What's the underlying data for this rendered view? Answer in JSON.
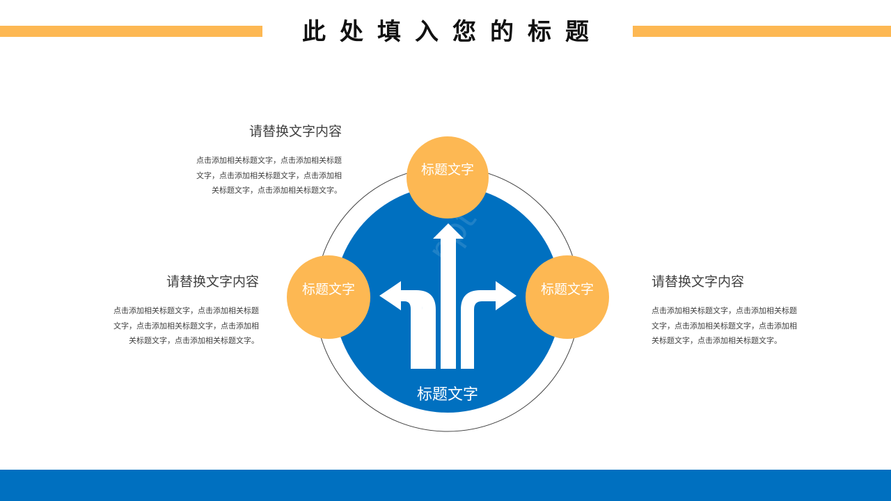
{
  "slide": {
    "title": "此处填入您的标题",
    "colors": {
      "accent_orange": "#FDB853",
      "primary_blue": "#0070C0",
      "text_dark": "#404040",
      "title_black": "#111111"
    }
  },
  "diagram": {
    "center": {
      "label": "标题文字",
      "icon": "three-way-arrows-icon"
    },
    "nodes": [
      {
        "position": "top",
        "label": "标题文字"
      },
      {
        "position": "left",
        "label": "标题文字"
      },
      {
        "position": "right",
        "label": "标题文字"
      }
    ]
  },
  "text_blocks": [
    {
      "position": "top-left",
      "heading": "请替换文字内容",
      "lines": [
        "点击添加相关标题文字，点击添加相关标题",
        "文字，点击添加相关标题文字，点击添加相",
        "关标题文字，点击添加相关标题文字。"
      ]
    },
    {
      "position": "left",
      "heading": "请替换文字内容",
      "lines": [
        "点击添加相关标题文字，点击添加相关标题",
        "文字，点击添加相关标题文字，点击添加相",
        "关标题文字，点击添加相关标题文字。"
      ]
    },
    {
      "position": "right",
      "heading": "请替换文字内容",
      "lines": [
        "点击添加相关标题文字，点击添加相关标题",
        "文字，点击添加相关标题文字，点击添加相",
        "关标题文字，点击添加相关标题文字。"
      ]
    }
  ]
}
